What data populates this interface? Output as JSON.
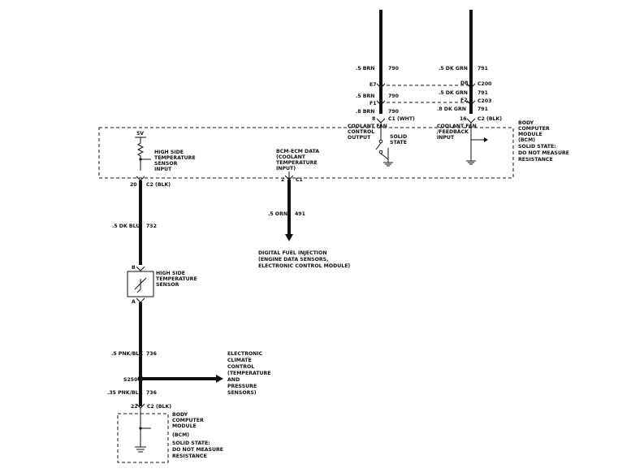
{
  "wires_top": {
    "w790_a": ".5 BRN",
    "w790_a_num": "790",
    "w791_a": ".5 DK GRN",
    "w791_a_num": "791",
    "e7": "E7",
    "d8": "D8",
    "c200": "C200",
    "w790_b": ".5 BRN",
    "w790_b_num": "790",
    "w791_b": ".5 DK GRN",
    "w791_b_num": "791",
    "f1": "F1",
    "f2": "F2",
    "c203": "C203",
    "w790_c": ".8 BRN",
    "w790_c_num": "790",
    "w791_c": ".8 DK GRN",
    "w791_c_num": "791",
    "pin8": "8",
    "c1_wht": "C1 (WHT)",
    "pin16": "16",
    "c2_blk_top": "C2 (BLK)"
  },
  "bcm_box": {
    "v5": "5V",
    "hs_input": [
      "HIGH SIDE",
      "TEMPERATURE",
      "SENSOR",
      "INPUT"
    ],
    "ecm_data": [
      "BCM-ECM DATA",
      "(COOLANT",
      "TEMPERATURE",
      "INPUT)"
    ],
    "fan_output": [
      "COOLANT FAN",
      "CONTROL",
      "OUTPUT"
    ],
    "solid_state": [
      "SOLID",
      "STATE"
    ],
    "fan_feedback": [
      "COOLANT FAN",
      "/FEEDBACK",
      "INPUT"
    ],
    "bcm_label": [
      "BODY",
      "COMPUTER",
      "MODULE",
      "(BCM)",
      "SOLID STATE:",
      "DO NOT MEASURE",
      "RESISTANCE"
    ]
  },
  "left_chain": {
    "pin20": "20",
    "c2_blk": "C2 (BLK)",
    "w732": ".5 DK BLU",
    "w732_num": "732",
    "b": "B",
    "a": "A",
    "sensor_label": [
      "HIGH SIDE",
      "TEMPERATURE",
      "SENSOR"
    ],
    "w736_a": ".5 PNK/BLK",
    "w736_a_num": "736",
    "s250": "S250",
    "w736_b": ".35 PNK/BLK",
    "w736_b_num": "736",
    "pin22": "22",
    "c2_blk_bottom": "C2 (BLK)",
    "eccm_label": [
      "ELECTRONIC",
      "CLIMATE",
      "CONTROL",
      "(TEMPERATURE",
      "AND",
      "PRESSURE",
      "SENSORS)"
    ],
    "bcm_bottom": [
      "BODY",
      "COMPUTER",
      "MODULE",
      "(BCM)",
      "SOLID STATE:",
      "DO NOT MEASURE",
      "RESISTANCE"
    ]
  },
  "middle_chain": {
    "pin2": "2",
    "c1": "C1",
    "w491": ".5 ORN",
    "w491_num": "491",
    "dfi_label": [
      "DIGITAL FUEL INJECTION",
      "(ENGINE DATA SENSORS,",
      "ELECTRONIC CONTROL MODULE)"
    ]
  }
}
